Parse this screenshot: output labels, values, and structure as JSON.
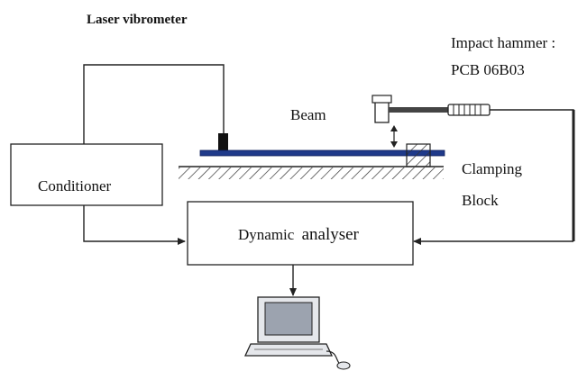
{
  "labels": {
    "laser_vibrometer": "Laser vibrometer",
    "impact_hammer_line1": "Impact hammer :",
    "impact_hammer_line2": "PCB 06B03",
    "beam": "Beam",
    "clamping_line1": "Clamping",
    "clamping_line2": "Block",
    "conditioner": "Conditioner",
    "analyser_part1": "Dynamic",
    "analyser_part2": "analyser"
  },
  "colors": {
    "beam": "#1f3a8a",
    "line": "#222222",
    "text": "#111111",
    "screen": "#9ca3af",
    "laptop_body": "#e5e7eb"
  },
  "icons": {
    "laser_head": "laser-vibrometer-head-icon",
    "hammer": "impact-hammer-icon",
    "computer": "laptop-computer-icon",
    "mouse": "mouse-icon"
  }
}
